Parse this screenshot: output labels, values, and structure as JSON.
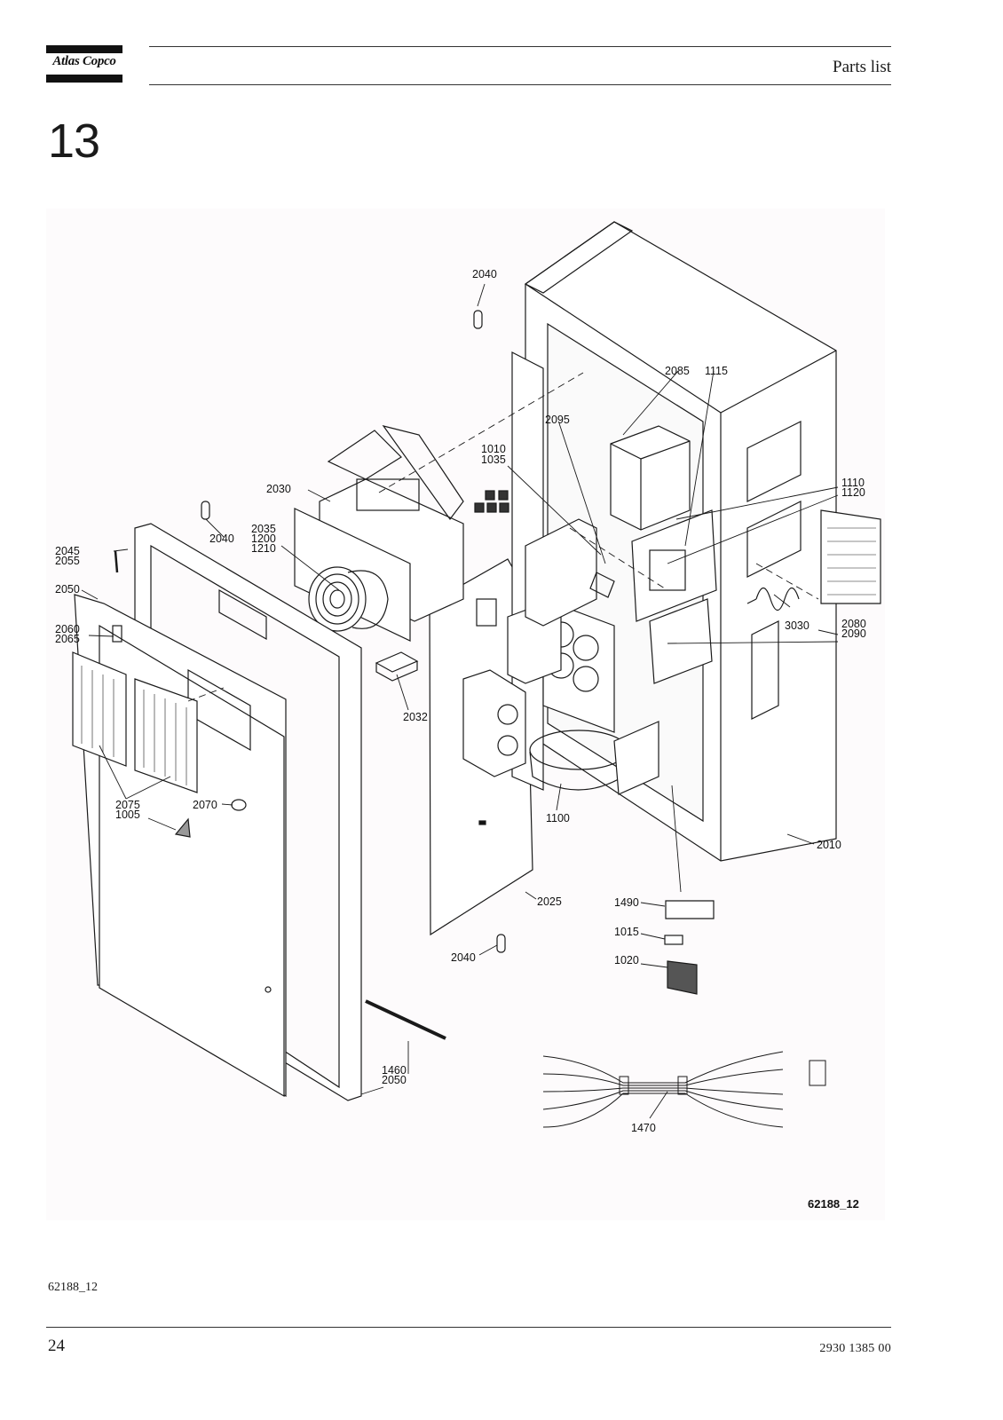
{
  "header": {
    "brand": "Atlas Copco",
    "doc_type": "Parts list"
  },
  "section_number": "13",
  "drawing": {
    "reference": "62188_12",
    "part_labels": {
      "p2040a": "2040",
      "p2085": "2085",
      "p1115": "1115",
      "p2095": "2095",
      "p1010": "1010",
      "p1035": "1035",
      "p2030": "2030",
      "p1110": "1110",
      "p1120": "1120",
      "p2045": "2045",
      "p2055": "2055",
      "p2035": "2035",
      "p1200": "1200",
      "p1210": "1210",
      "p2040b": "2040",
      "p2050a": "2050",
      "p2060": "2060",
      "p2065": "2065",
      "p3030": "3030",
      "p2080": "2080",
      "p2090": "2090",
      "p2032": "2032",
      "p2075": "2075",
      "p1005": "1005",
      "p2070": "2070",
      "p1100": "1100",
      "p2010": "2010",
      "p2025": "2025",
      "p1490": "1490",
      "p1015": "1015",
      "p2040c": "2040",
      "p1020": "1020",
      "p1460": "1460",
      "p2050b": "2050",
      "p1470": "1470"
    }
  },
  "footer": {
    "image_reference": "62188_12",
    "page_number": "24",
    "document_number": "2930 1385 00"
  }
}
